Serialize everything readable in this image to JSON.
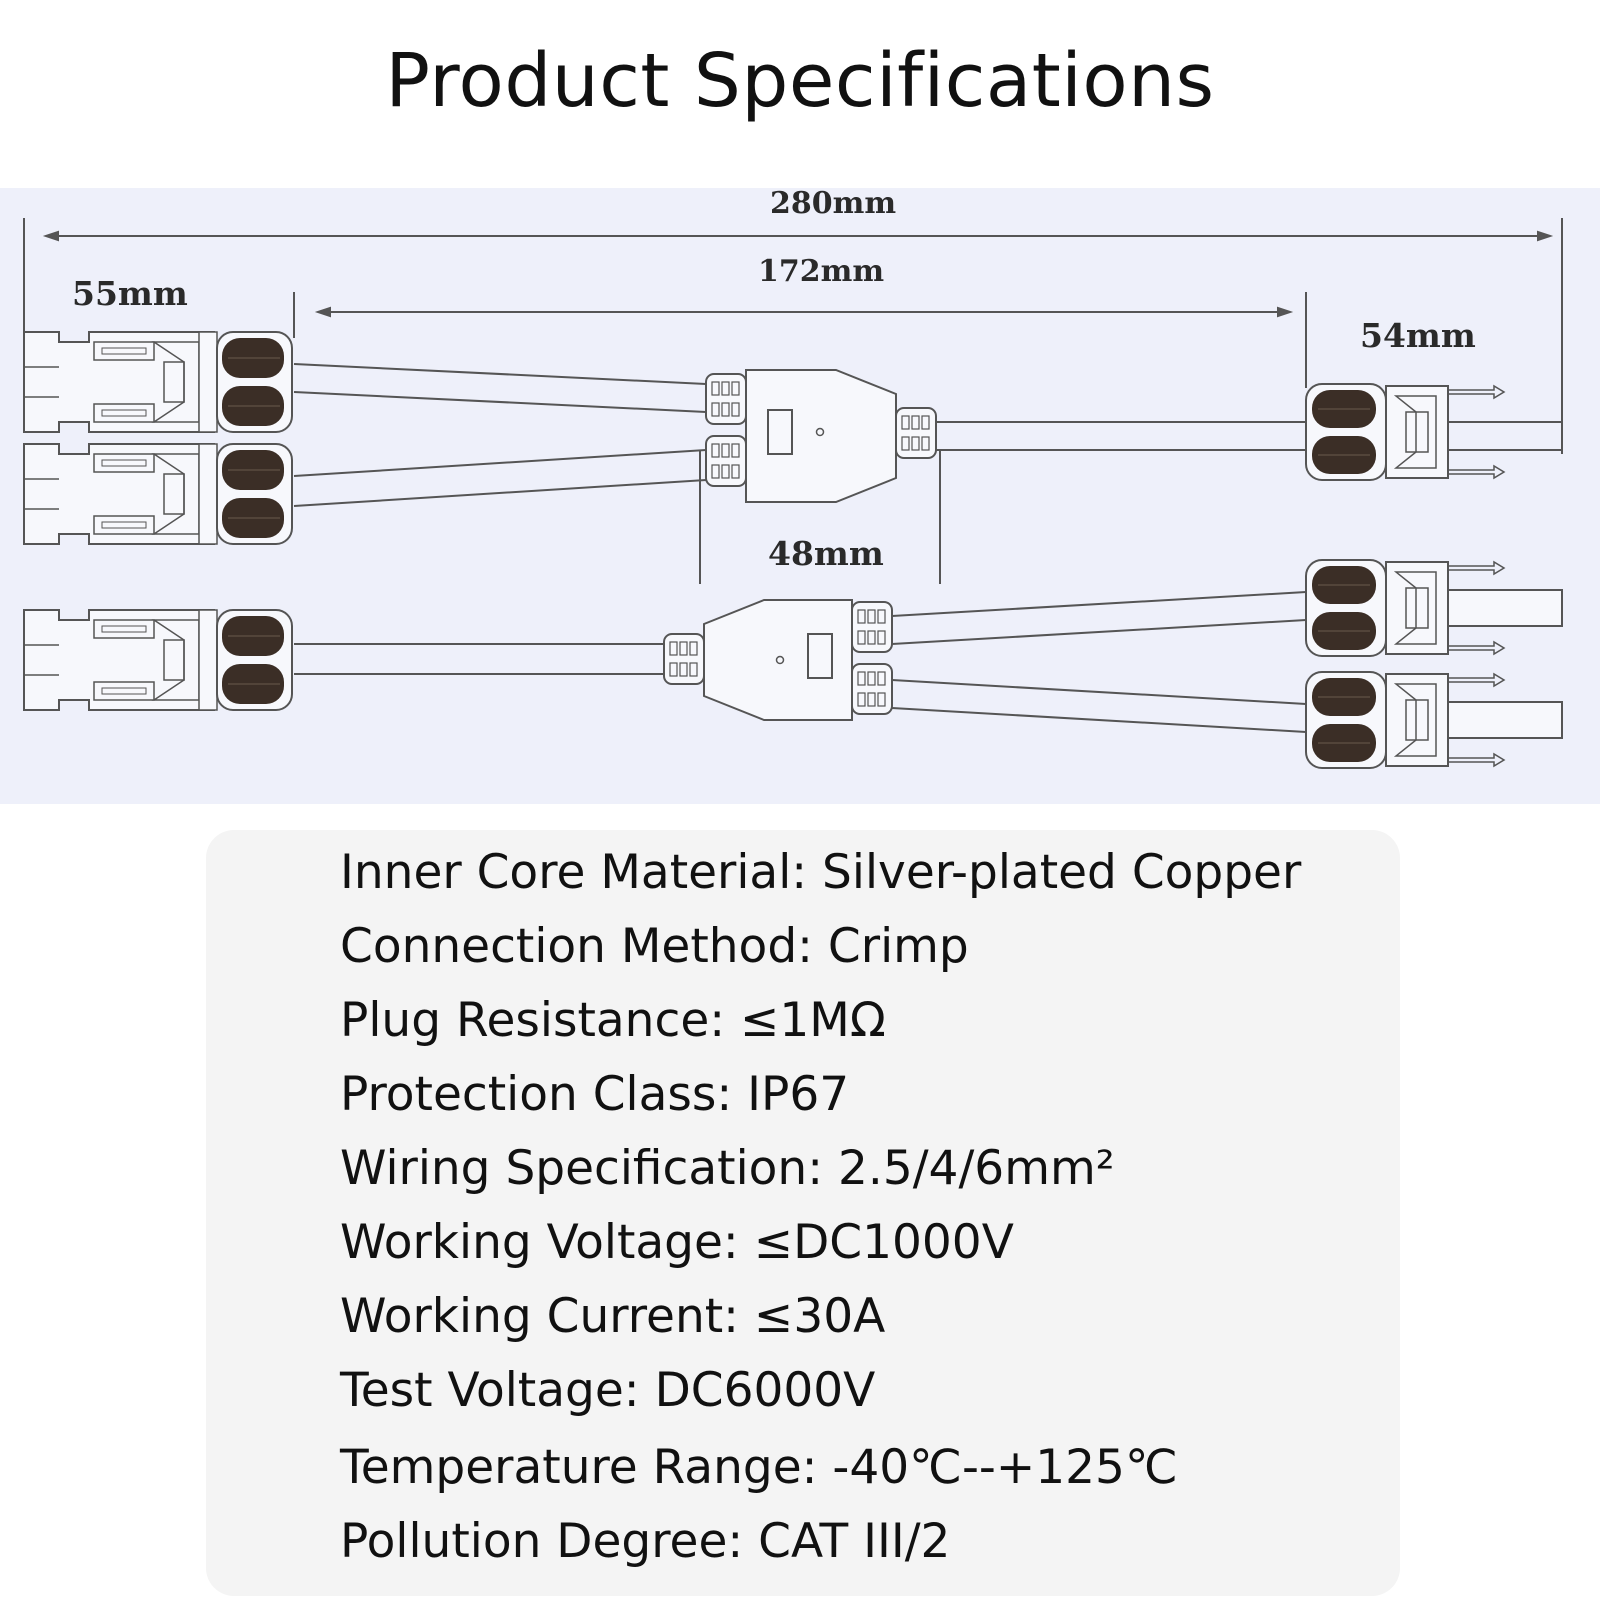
{
  "title": "Product Specifications",
  "dimensions": {
    "overall": "280mm",
    "cable": "172mm",
    "left_connector": "55mm",
    "right_connector": "54mm",
    "branch_body": "48mm"
  },
  "specs": [
    "Inner Core Material: Silver-plated Copper",
    "Connection Method: Crimp",
    "Plug Resistance: ≤1MΩ",
    "Protection Class: IP67",
    "Wiring Specification: 2.5/4/6mm²",
    "Working Voltage: ≤DC1000V",
    "Working Current: ≤30A",
    "Test Voltage: DC6000V",
    "Temperature Range: -40℃--+125℃",
    "Pollution Degree: CAT III/2"
  ],
  "colors": {
    "diagram_bg": "#eef0fa",
    "line": "#555555",
    "grip": "#3b2e26",
    "panel_bg": "#f4f4f4"
  }
}
